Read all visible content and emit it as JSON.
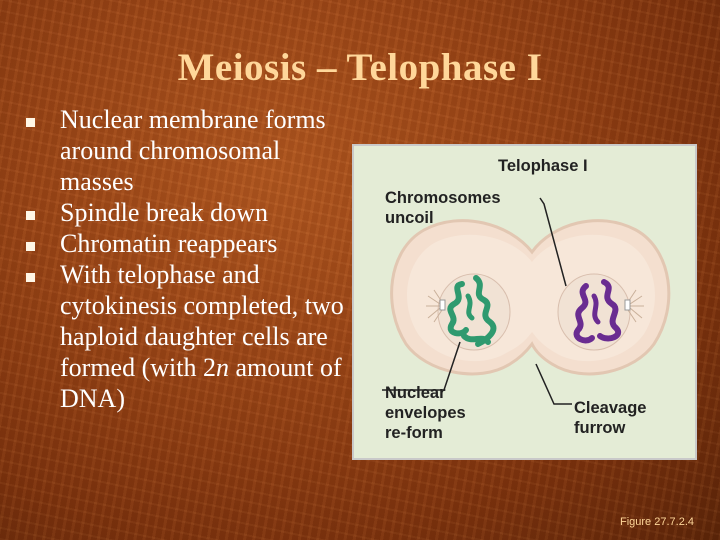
{
  "slide": {
    "title": "Meiosis – Telophase I",
    "bullets": [
      {
        "text": "Nuclear membrane forms around chromosomal masses"
      },
      {
        "text": "Spindle break down"
      },
      {
        "text": "Chromatin reappears"
      },
      {
        "text": "With telophase and cytokinesis completed, two haploid daughter cells are formed (with 2n amount of DNA)"
      }
    ],
    "bullet_icon": "square-bullet-icon",
    "caption": "Figure 27.7.2.4"
  },
  "figure": {
    "title": "Telophase I",
    "labels": {
      "chromosomes": "Chromosomes\nuncoil",
      "nuclear": "Nuclear\nenvelopes\nre-form",
      "cleavage": "Cleavage\nfurrow"
    },
    "colors": {
      "left_chromosomes": "#2f9a6f",
      "right_chromosomes": "#6a2c91",
      "cell_fill": "#f4dfcf"
    }
  }
}
